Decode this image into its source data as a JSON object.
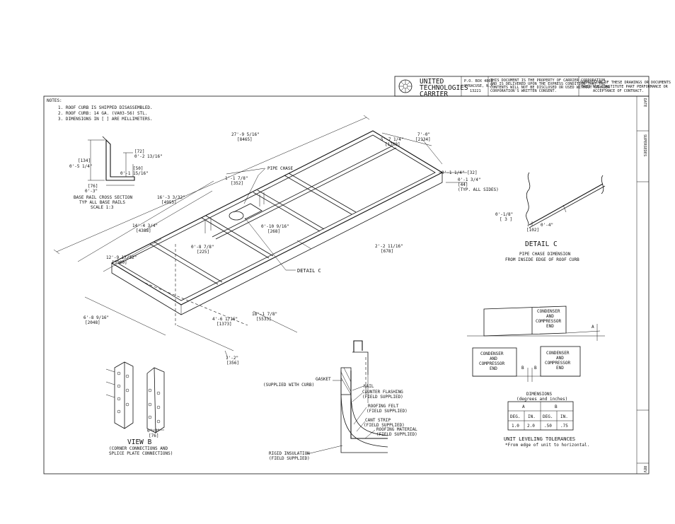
{
  "title_block": {
    "company_line1": "UNITED",
    "company_line2": "TECHNOLOGIES",
    "company_line3": "CARRIER",
    "address_line1": "P.O. BOX 4808",
    "address_line2": "SYRACUSE, N.Y.",
    "address_line3": "13221",
    "property_line1": "THIS DOCUMENT IS THE PROPERTY OF CARRIER CORPORATION",
    "property_line2": "AND IS DELIVERED UPON THE EXPRESS CONDITION THAT THE",
    "property_line3": "CONTENTS WILL NOT BE DISCLOSED OR USED WITHOUT CARRIER",
    "property_line4": "CORPORATION'S WRITTEN CONSENT.",
    "submission_line1": "SUBMISSION OF THESE DRAWINGS OR DOCUMENTS",
    "submission_line2": "DOES NOT CONSTITUTE PART PERFORMANCE OR",
    "submission_line3": "ACCEPTANCE OF CONTRACT."
  },
  "side_labels": {
    "top": "DATE",
    "middle": "SUPERSEDES",
    "bottom": "REV"
  },
  "notes": {
    "header": "NOTES:",
    "items": [
      "1. ROOF CURB IS SHIPPED DISASSEMBLED.",
      "2. ROOF CURB: 14 GA. (VA03-56) STL.",
      "3. DIMENSIONS IN [ ] ARE MILLIMETERS."
    ]
  },
  "base_rail": {
    "dim_134": "[134]",
    "dim_5_1_4": "0'-5 1/4\"",
    "dim_72": "[72]",
    "dim_2_13_16": "0'-2 13/16\"",
    "dim_50": "[50]",
    "dim_1_15_16": "0'-1 15/16\"",
    "dim_76": "[76]",
    "dim_3": "0'-3\"",
    "caption_line1": "BASE RAIL CROSS SECTION",
    "caption_line2": "TYP ALL BASE RAILS",
    "caption_line3": "SCALE 1:3"
  },
  "iso_dims": {
    "d27": "27'-9 5/16\"",
    "d27mm": "[8465]",
    "d5_7": "5'-7 1/4\"",
    "d5_7mm": "[1708]",
    "d7_0": "7'-0\"",
    "d7_0mm": "[2134]",
    "d1_1_14": "0'-1 1/4\" [32]",
    "d1_1_78": "1'-1 7/8\"",
    "d1_1_78mm": "[352]",
    "pipe_chase": "PIPE CHASE",
    "d1_34": "0'-1 3/4\"",
    "d1_34mm": "[44]",
    "typ_all_sides": "(TYP. ALL SIDES)",
    "d16_3": "16'-3 3/32\"",
    "d16_3mm": "[4955]",
    "d14_4": "14'-4 3/4\"",
    "d14_4mm": "[4388]",
    "d10_916": "0'-10 9/16\"",
    "d10_916mm": "[268]",
    "d8_78": "0'-8 7/8\"",
    "d8_78mm": "[225]",
    "d2_2": "2'-2 11/16\"",
    "d2_2mm": "[678]",
    "d12_9": "12'-9 17/32\"",
    "d12_9mm": "[3900]",
    "detail_c_callout": "DETAIL C",
    "d6_8": "6'-8 9/16\"",
    "d6_8mm": "[2048]",
    "d4_6": "4'-6 1/16\"",
    "d4_6mm": "[1373]",
    "d18_1": "18'-1 7/8\"",
    "d18_1mm": "[5533]",
    "d1_2": "1'-2\"",
    "d1_2mm": "[356]"
  },
  "detail_c": {
    "dim_18": "0'-1/8\"",
    "dim_18mm": "[ 3 ]",
    "dim_4": "0'-4\"",
    "dim_4mm": "[102]",
    "title": "DETAIL C",
    "caption_line1": "PIPE CHASE DIMENSION",
    "caption_line2": "FROM INSIDE EDGE OF ROOF CURB"
  },
  "view_b": {
    "dim_3": "0'-3\"",
    "dim_3mm": "[76]",
    "title": "VIEW B",
    "caption_line1": "(CORNER CONNECTIONS AND",
    "caption_line2": "SPLICE PLATE CONNECTIONS)"
  },
  "curb_section": {
    "gasket": "GASKET",
    "gasket_sub": "(SUPPLIED WITH CURB)",
    "nail": "NAIL",
    "counter_flashing": "COUNTER FLASHING",
    "counter_flashing_sub": "(FIELD SUPPLIED)",
    "roofing_felt": "ROOFING FELT",
    "roofing_felt_sub": "(FIELD SUPPLIED)",
    "cant_strip": "CANT STRIP",
    "cant_strip_sub": "(FIELD SUPPLIED)",
    "roofing_material": "ROOFING MATERIAL",
    "roofing_material_sub": "(FIELD SUPPLIED)",
    "rigid_insulation": "RIGID INSULATION",
    "rigid_insulation_sub": "(FIELD SUPPLIED)"
  },
  "leveling": {
    "box1_line1": "CONDENSER",
    "box1_line2": "AND",
    "box1_line3": "COMPRESSOR",
    "box1_line4": "END",
    "label_a": "A",
    "label_b": "B",
    "dimensions_title": "DIMENSIONS",
    "dimensions_sub": "(degrees and inches)",
    "col_a": "A",
    "col_b": "B",
    "h_deg": "DEG.",
    "h_in": "IN.",
    "v_a_deg": "1.0",
    "v_a_in": "2.0",
    "v_b_deg": ".50",
    "v_b_in": ".75",
    "title": "UNIT LEVELING TOLERANCES",
    "footnote": "*From edge of unit to horizontal."
  }
}
